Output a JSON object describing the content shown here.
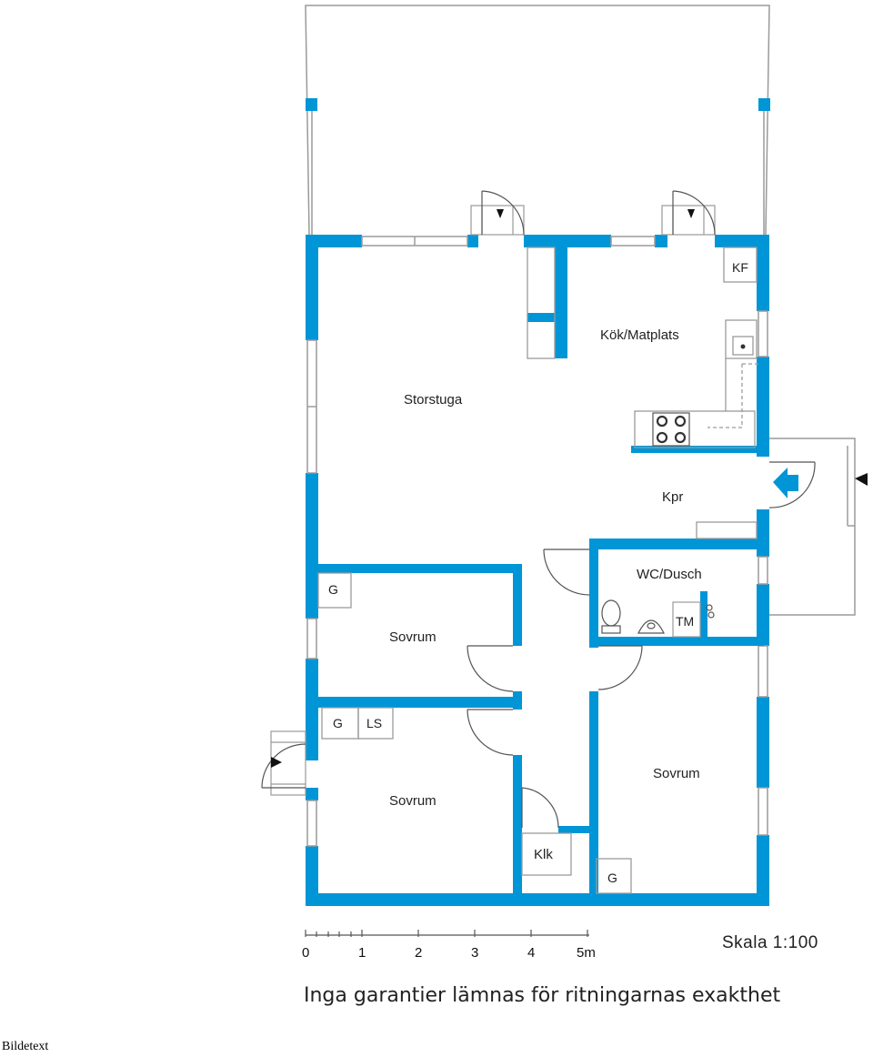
{
  "floorplan": {
    "wall_color": "#0095d6",
    "rooms": {
      "storstuga": "Storstuga",
      "kok": "Kök/Matplats",
      "kpr": "Kpr",
      "wc": "WC/Dusch",
      "sovrum_1": "Sovrum",
      "sovrum_2": "Sovrum",
      "sovrum_3": "Sovrum",
      "klk": "Klk"
    },
    "fixtures": {
      "kf": "KF",
      "g_1": "G",
      "g_2": "G",
      "ls": "LS",
      "g_3": "G",
      "tm": "TM"
    }
  },
  "scale_bar": {
    "ticks": [
      "0",
      "1",
      "2",
      "3",
      "4",
      "5m"
    ],
    "label": "Skala 1:100"
  },
  "disclaimer": "Inga garantier lämnas för ritningarnas exakthet",
  "caption": "Bildetext"
}
